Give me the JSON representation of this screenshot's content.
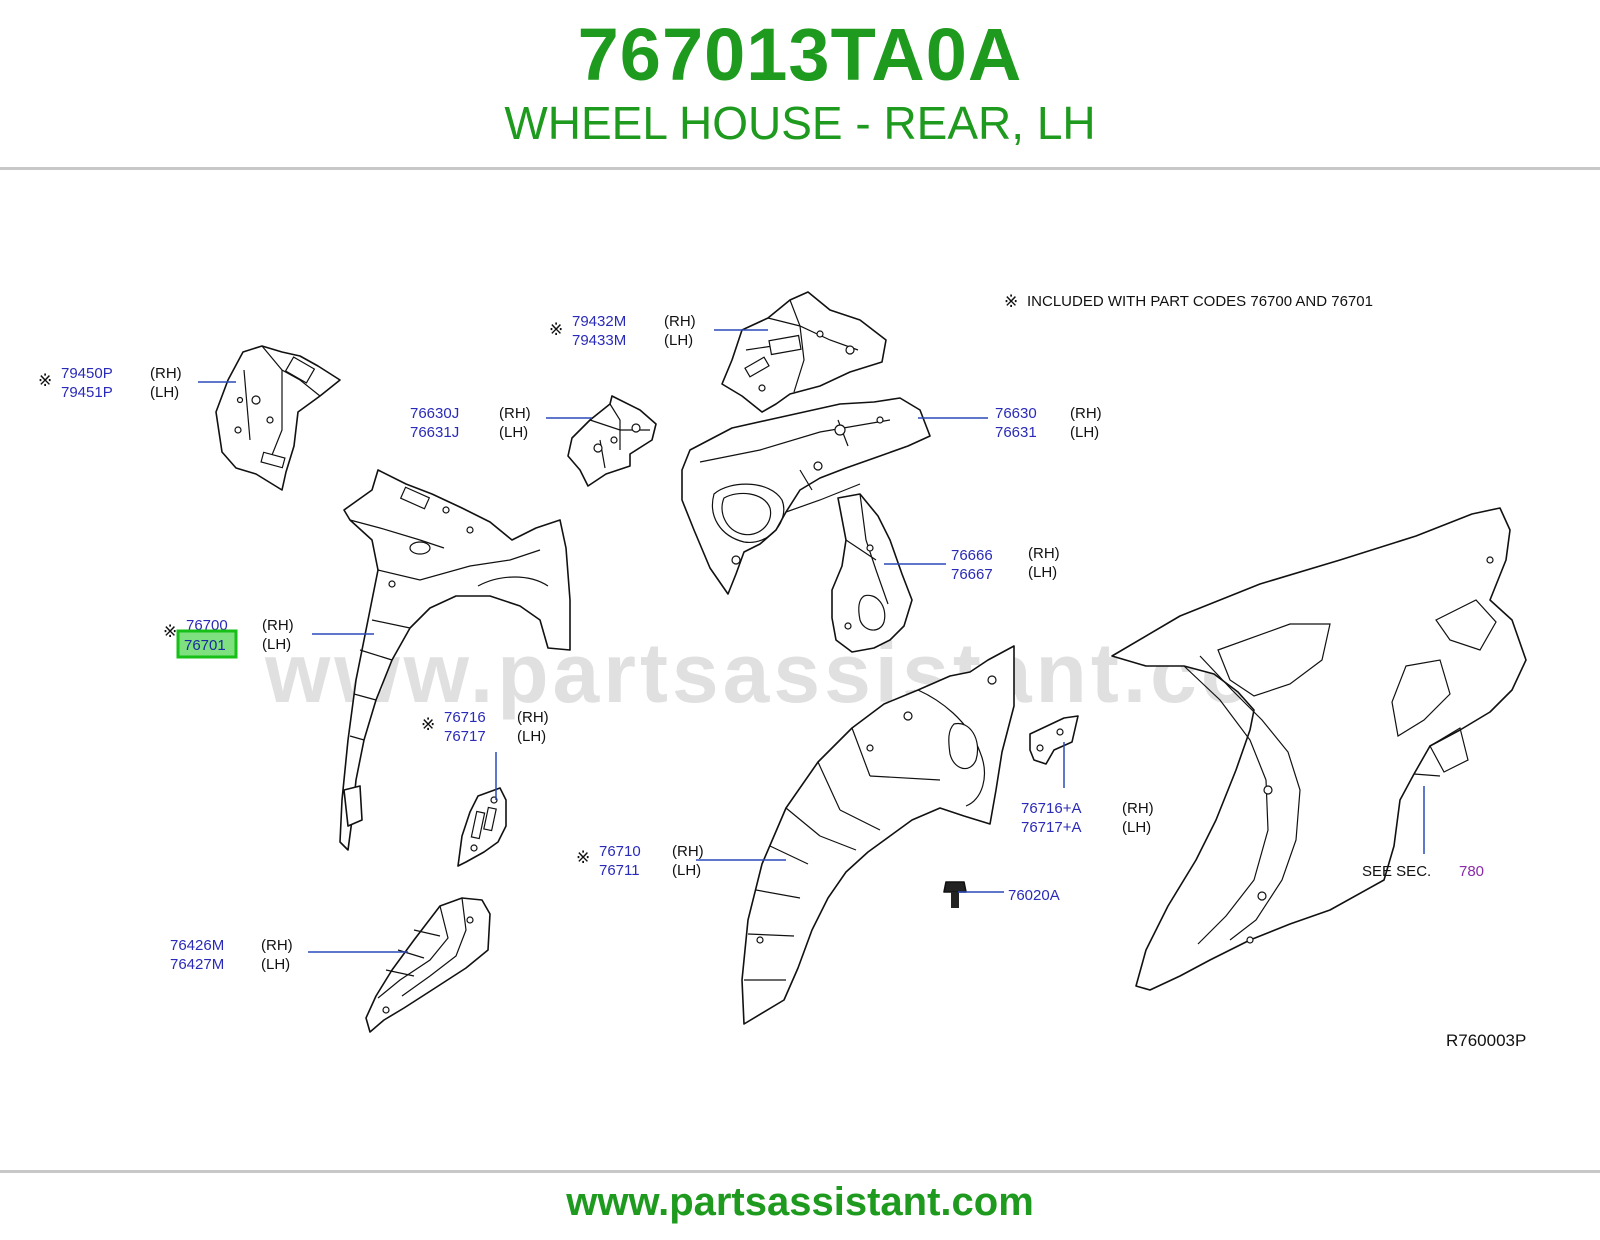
{
  "header": {
    "part_number": "767013TA0A",
    "part_name": "WHEEL HOUSE - REAR, LH"
  },
  "footer": {
    "url": "www.partsassistant.com"
  },
  "watermark": "www.partsassistant.com",
  "note": {
    "symbol": "※",
    "text": "INCLUDED   WITH   PART   CODES   76700   AND   76701"
  },
  "diagram_code": "R760003P",
  "see_sec": {
    "label": "SEE   SEC.",
    "ref": "780"
  },
  "callouts": [
    {
      "id": "c1",
      "star": true,
      "rh": "79450P",
      "lh": "79451P",
      "rh_side": "(RH)",
      "lh_side": "(LH)"
    },
    {
      "id": "c2",
      "star": true,
      "rh": "79432M",
      "lh": "79433M",
      "rh_side": "(RH)",
      "lh_side": "(LH)"
    },
    {
      "id": "c3",
      "star": false,
      "rh": "76630J",
      "lh": "76631J",
      "rh_side": "(RH)",
      "lh_side": "(LH)"
    },
    {
      "id": "c4",
      "star": false,
      "rh": "76630",
      "lh": "76631",
      "rh_side": "(RH)",
      "lh_side": "(LH)"
    },
    {
      "id": "c5",
      "star": false,
      "rh": "76666",
      "lh": "76667",
      "rh_side": "(RH)",
      "lh_side": "(LH)"
    },
    {
      "id": "c6",
      "star": true,
      "rh": "76700",
      "lh": "76701",
      "rh_side": "(RH)",
      "lh_side": "(LH)",
      "highlighted": "76701"
    },
    {
      "id": "c7",
      "star": true,
      "rh": "76716",
      "lh": "76717",
      "rh_side": "(RH)",
      "lh_side": "(LH)"
    },
    {
      "id": "c8",
      "star": false,
      "rh": "76716+A",
      "lh": "76717+A",
      "rh_side": "(RH)",
      "lh_side": "(LH)"
    },
    {
      "id": "c9",
      "star": true,
      "rh": "76710",
      "lh": "76711",
      "rh_side": "(RH)",
      "lh_side": "(LH)"
    },
    {
      "id": "c10",
      "star": false,
      "rh": "76426M",
      "lh": "76427M",
      "rh_side": "(RH)",
      "lh_side": "(LH)"
    }
  ],
  "single_callouts": [
    {
      "id": "s1",
      "code": "76020A"
    }
  ],
  "icons": {
    "note_star": "reference-mark-icon"
  },
  "colors": {
    "brand_green": "#1e9a1e",
    "link_blue": "#2a2ab8",
    "ref_purple": "#8a2aa8",
    "highlight": "#16c016"
  }
}
